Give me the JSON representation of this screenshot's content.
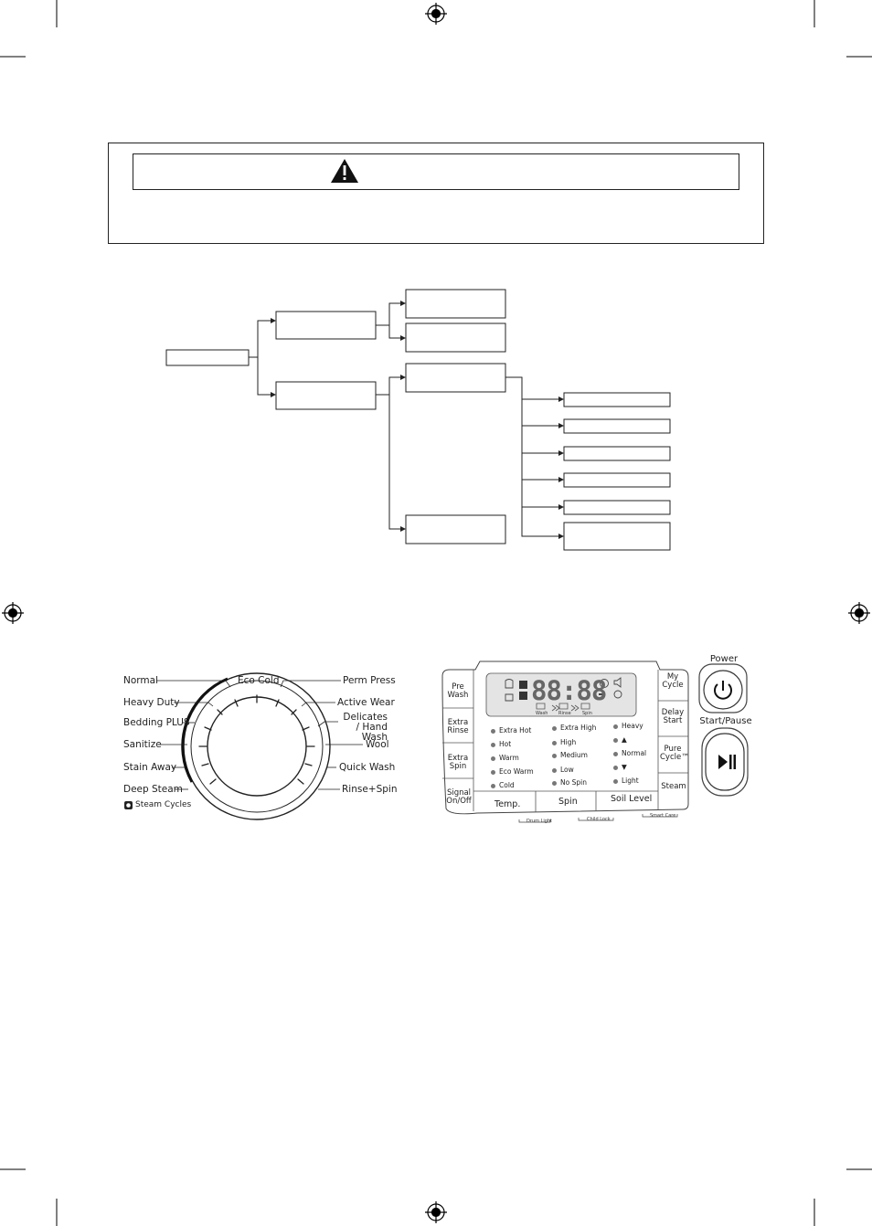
{
  "dial": {
    "left_labels": [
      "Normal",
      "Heavy Duty",
      "Bedding PLUS",
      "Sanitize",
      "Stain Away",
      "Deep Steam"
    ],
    "top_label": "Eco Cold",
    "right_labels": [
      "Perm Press",
      "Active Wear",
      "Delicates / Hand Wash",
      "Wool",
      "Quick Wash",
      "Rinse+Spin"
    ],
    "steam_legend": "Steam Cycles"
  },
  "panel": {
    "left_buttons": [
      "Pre Wash",
      "Extra Rinse",
      "Extra Spin",
      "Signal On/Off"
    ],
    "right_buttons": [
      "My Cycle",
      "Delay Start",
      "Pure Cycle™",
      "Steam"
    ],
    "display_digits": "88:88",
    "display_stages": [
      "Wash",
      "Rinse",
      "Spin"
    ],
    "temp_options": [
      "Extra Hot",
      "Hot",
      "Warm",
      "Eco Warm",
      "Cold"
    ],
    "spin_options": [
      "Extra High",
      "High",
      "Medium",
      "Low",
      "No Spin"
    ],
    "soil_options": [
      "Heavy",
      "▲",
      "Normal",
      "▼",
      "Light"
    ],
    "bottom_buttons": [
      "Temp.",
      "Spin",
      "Soil Level"
    ],
    "hold_labels": [
      "Drum Light",
      "Child Lock",
      "Smart Care"
    ],
    "power_label": "Power",
    "start_label": "Start/Pause"
  }
}
